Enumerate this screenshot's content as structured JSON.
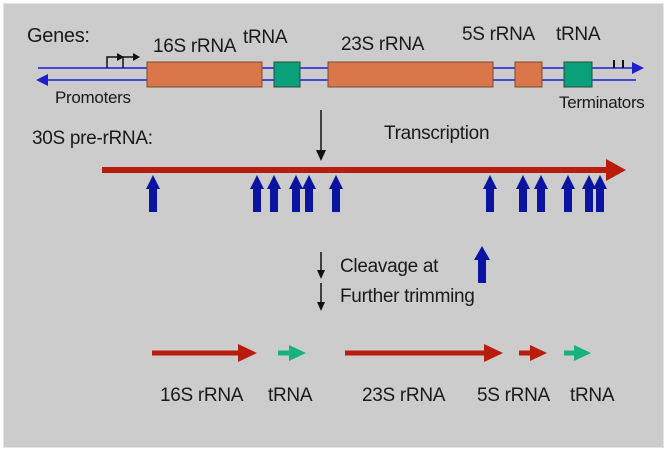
{
  "diagram": {
    "title": "rRNA operon transcription and processing",
    "colors": {
      "background": "#cccccc",
      "dna_line": "#3b3bd6",
      "rrna_gene": "#d9764a",
      "trna_gene": "#0aa07a",
      "transcript": "#b81c0c",
      "cleavage_site": "#0a14a0",
      "rrna_product": "#b81c0c",
      "trna_product": "#17b07f",
      "text": "#1a1a1a"
    },
    "genes_row": {
      "label": "Genes:",
      "promoters_label": "Promoters",
      "terminators_label": "Terminators",
      "genes": [
        {
          "name": "16S rRNA",
          "type": "rRNA"
        },
        {
          "name": "tRNA",
          "type": "tRNA"
        },
        {
          "name": "23S rRNA",
          "type": "rRNA"
        },
        {
          "name": "5S rRNA",
          "type": "rRNA"
        },
        {
          "name": "tRNA",
          "type": "tRNA"
        }
      ]
    },
    "transcript_row": {
      "label": "30S pre-rRNA:",
      "process_label": "Transcription",
      "cleavage_site_count": 12
    },
    "processing_steps": {
      "step1": "Cleavage at",
      "step2": "Further trimming"
    },
    "products": [
      {
        "name": "16S rRNA",
        "type": "rRNA"
      },
      {
        "name": "tRNA",
        "type": "tRNA"
      },
      {
        "name": "23S rRNA",
        "type": "rRNA"
      },
      {
        "name": "5S rRNA",
        "type": "rRNA"
      },
      {
        "name": "tRNA",
        "type": "tRNA"
      }
    ]
  }
}
